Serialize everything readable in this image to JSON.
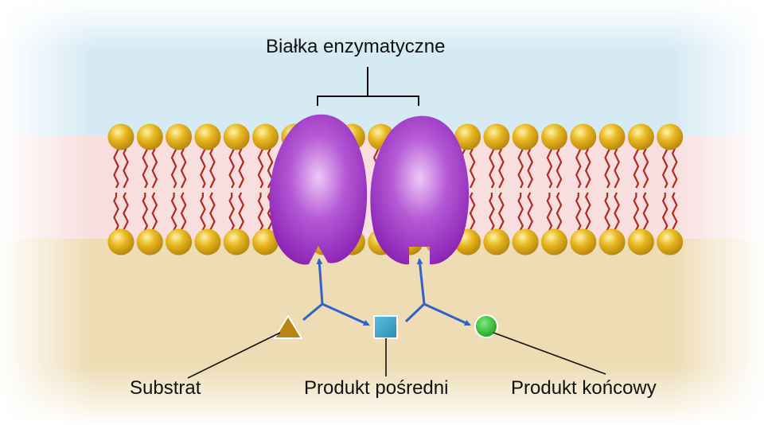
{
  "labels": {
    "enzymes": "Białka enzymatyczne",
    "substrate": "Substrat",
    "intermediate": "Produkt pośredni",
    "final": "Produkt końcowy"
  },
  "colors": {
    "outer_region": "#d6eaf4",
    "membrane_core": "#f8dede",
    "inner_region": "#eddcb4",
    "head_group": "#e6b418",
    "lipid_tail": "#b02a22",
    "enzyme": "#9a34c2",
    "arrow": "#2f63c8",
    "substrate": "#b88414",
    "intermediate": "#3aa4c8",
    "final": "#22b422"
  },
  "icons": {
    "substrate": "triangle-shape",
    "intermediate": "square-shape",
    "final": "circle-shape"
  }
}
